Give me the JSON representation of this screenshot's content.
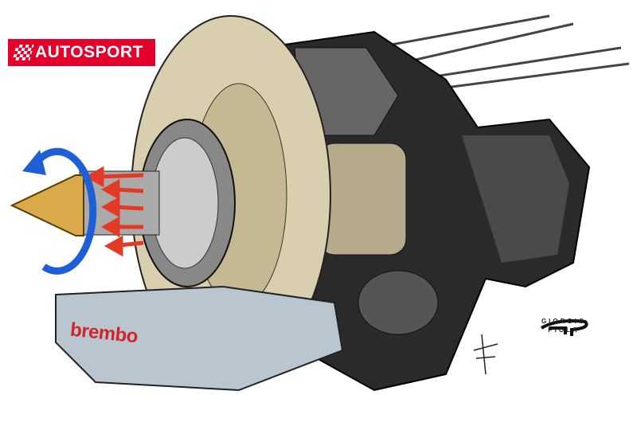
{
  "logo": {
    "text": "AUTOSPORT",
    "color": "#e4002b"
  },
  "caliper": {
    "brand": "brembo",
    "brand_color": "#d3242b"
  },
  "credit": {
    "line1": "GIORGIO",
    "line2": "PIOLA"
  },
  "colors": {
    "arrow_rotation": "#1e5fd8",
    "arrow_flow": "#e23a25",
    "disc": "#d9cfae",
    "housing": "#2a2a2a"
  }
}
